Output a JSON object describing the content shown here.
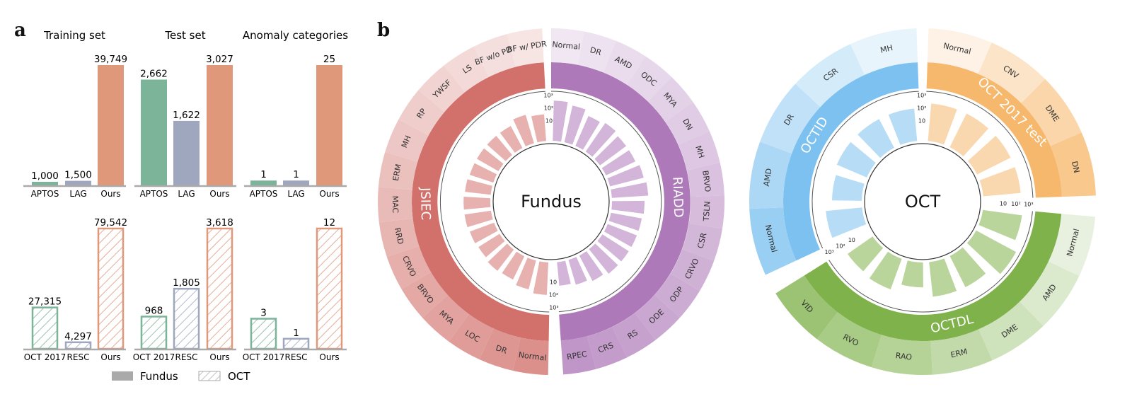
{
  "panel_a": {
    "letter": "a",
    "legend": [
      {
        "label": "Fundus",
        "style": "solid"
      },
      {
        "label": "OCT",
        "style": "hatched"
      }
    ]
  },
  "panel_b": {
    "letter": "b"
  },
  "colors": {
    "green": "#7cb49a",
    "blue": "#9fa7be",
    "orange": "#e0987a",
    "jsiec": "#d2716b",
    "riadd": "#ae79b9",
    "octid": "#7cc1ef",
    "oct2017": "#f6b86d",
    "octdl": "#7fb24b"
  },
  "chart_data": [
    {
      "type": "bar",
      "title": "Training set",
      "modality": "Fundus",
      "categories": [
        "APTOS",
        "LAG",
        "Ours"
      ],
      "values": [
        1000,
        1500,
        39749
      ],
      "labels": [
        "1,000",
        "1,500",
        "39,749"
      ]
    },
    {
      "type": "bar",
      "title": "Test set",
      "modality": "Fundus",
      "categories": [
        "APTOS",
        "LAG",
        "Ours"
      ],
      "values": [
        2662,
        1622,
        3027
      ],
      "labels": [
        "2,662",
        "1,622",
        "3,027"
      ]
    },
    {
      "type": "bar",
      "title": "Anomaly categories",
      "modality": "Fundus",
      "categories": [
        "APTOS",
        "LAG",
        "Ours"
      ],
      "values": [
        1,
        1,
        25
      ],
      "labels": [
        "1",
        "1",
        "25"
      ]
    },
    {
      "type": "bar",
      "modality": "OCT",
      "categories": [
        "OCT 2017",
        "RESC",
        "Ours"
      ],
      "values": [
        27315,
        4297,
        79542
      ],
      "labels": [
        "27,315",
        "4,297",
        "79,542"
      ]
    },
    {
      "type": "bar",
      "modality": "OCT",
      "categories": [
        "OCT 2017",
        "RESC",
        "Ours"
      ],
      "values": [
        968,
        1805,
        3618
      ],
      "labels": [
        "968",
        "1,805",
        "3,618"
      ]
    },
    {
      "type": "bar",
      "modality": "OCT",
      "categories": [
        "OCT 2017",
        "RESC",
        "Ours"
      ],
      "values": [
        3,
        1,
        12
      ],
      "labels": [
        "3",
        "1",
        "12"
      ]
    },
    {
      "type": "radial-bar",
      "center_label": "Fundus",
      "scale": "log",
      "ticks": [
        "10",
        "10²",
        "10³"
      ],
      "datasets": [
        {
          "name": "JSIEC",
          "categories": [
            "BF w/ PDR",
            "BF w/o PDR",
            "LS",
            "YWSF",
            "RP",
            "MH",
            "ERM",
            "MAC",
            "RRD",
            "CRVO",
            "BRVO",
            "MYA",
            "LOC",
            "DR",
            "Normal"
          ],
          "values": [
            35,
            60,
            25,
            25,
            25,
            25,
            30,
            35,
            35,
            30,
            25,
            35,
            30,
            60,
            100
          ]
        },
        {
          "name": "RIADD",
          "categories": [
            "Normal",
            "DR",
            "AMD",
            "ODC",
            "MYA",
            "DN",
            "MH",
            "BRVO",
            "TSLN",
            "CSR",
            "CRVO",
            "ODP",
            "ODE",
            "RS",
            "CRS",
            "RPEC"
          ],
          "values": [
            400,
            250,
            100,
            150,
            100,
            100,
            150,
            200,
            100,
            80,
            80,
            80,
            80,
            50,
            30,
            20
          ]
        }
      ]
    },
    {
      "type": "radial-bar",
      "center_label": "OCT",
      "scale": "log",
      "ticks": [
        "10",
        "10²",
        "10³"
      ],
      "datasets": [
        {
          "name": "OCTID",
          "categories": [
            "MH",
            "CSR",
            "DR",
            "AMD",
            "Normal"
          ],
          "values": [
            100,
            100,
            100,
            60,
            200
          ]
        },
        {
          "name": "OCT 2017 test",
          "categories": [
            "Normal",
            "CNV",
            "DME",
            "DN"
          ],
          "values": [
            250,
            250,
            250,
            250
          ]
        },
        {
          "name": "OCTDL",
          "categories": [
            "Normal",
            "AMD",
            "DME",
            "ERM",
            "RAO",
            "RVO",
            "VID"
          ],
          "values": [
            350,
            1000,
            150,
            150,
            25,
            100,
            70
          ]
        }
      ]
    }
  ]
}
